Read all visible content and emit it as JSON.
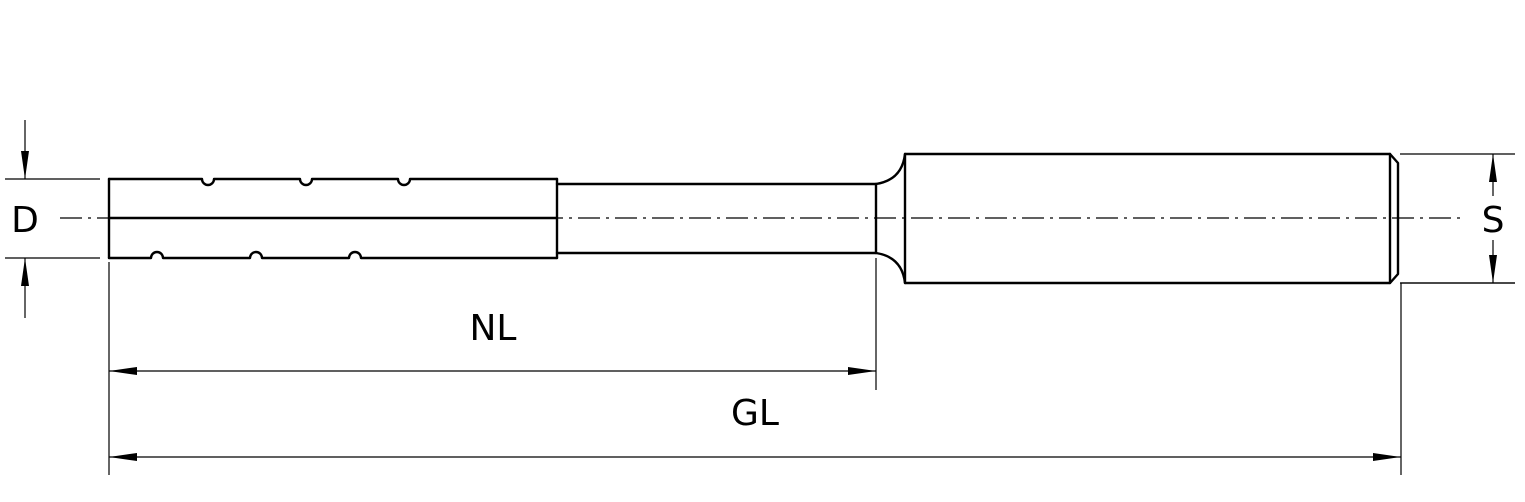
{
  "drawing": {
    "dimensions": {
      "diameter_label": "D",
      "shank_label": "S",
      "neck_length_label": "NL",
      "overall_length_label": "GL"
    }
  }
}
